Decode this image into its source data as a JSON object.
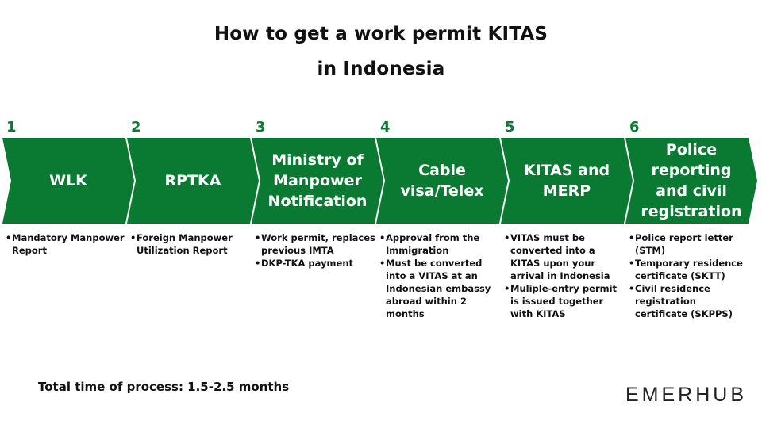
{
  "title": {
    "line1": "How to get a work permit KITAS",
    "line2": "in Indonesia"
  },
  "colors": {
    "accent": "#0a7a32",
    "text": "#111111"
  },
  "steps": [
    {
      "number": "1",
      "label": "WLK",
      "notes": [
        "Mandatory Manpower Report"
      ]
    },
    {
      "number": "2",
      "label": "RPTKA",
      "notes": [
        "Foreign Manpower Utilization Report"
      ]
    },
    {
      "number": "3",
      "label": "Ministry of Manpower Notification",
      "notes": [
        "Work permit, replaces previous IMTA",
        "DKP-TKA payment"
      ]
    },
    {
      "number": "4",
      "label": "Cable visa/Telex",
      "notes": [
        "Approval from the Immigration",
        "Must be converted into a VITAS at an Indonesian embassy abroad within 2 months"
      ]
    },
    {
      "number": "5",
      "label": "KITAS and MERP",
      "notes": [
        "VITAS must be converted into a KITAS upon your arrival in Indonesia",
        "Muliple-entry permit is issued together with KITAS"
      ]
    },
    {
      "number": "6",
      "label": "Police reporting and civil registration",
      "notes": [
        "Police report letter (STM)",
        "Temporary residence certificate (SKTT)",
        "Civil residence registration certificate (SKPPS)"
      ]
    }
  ],
  "footer": {
    "total_time": "Total time of process: 1.5-2.5 months",
    "logo": "EMERHUB"
  }
}
